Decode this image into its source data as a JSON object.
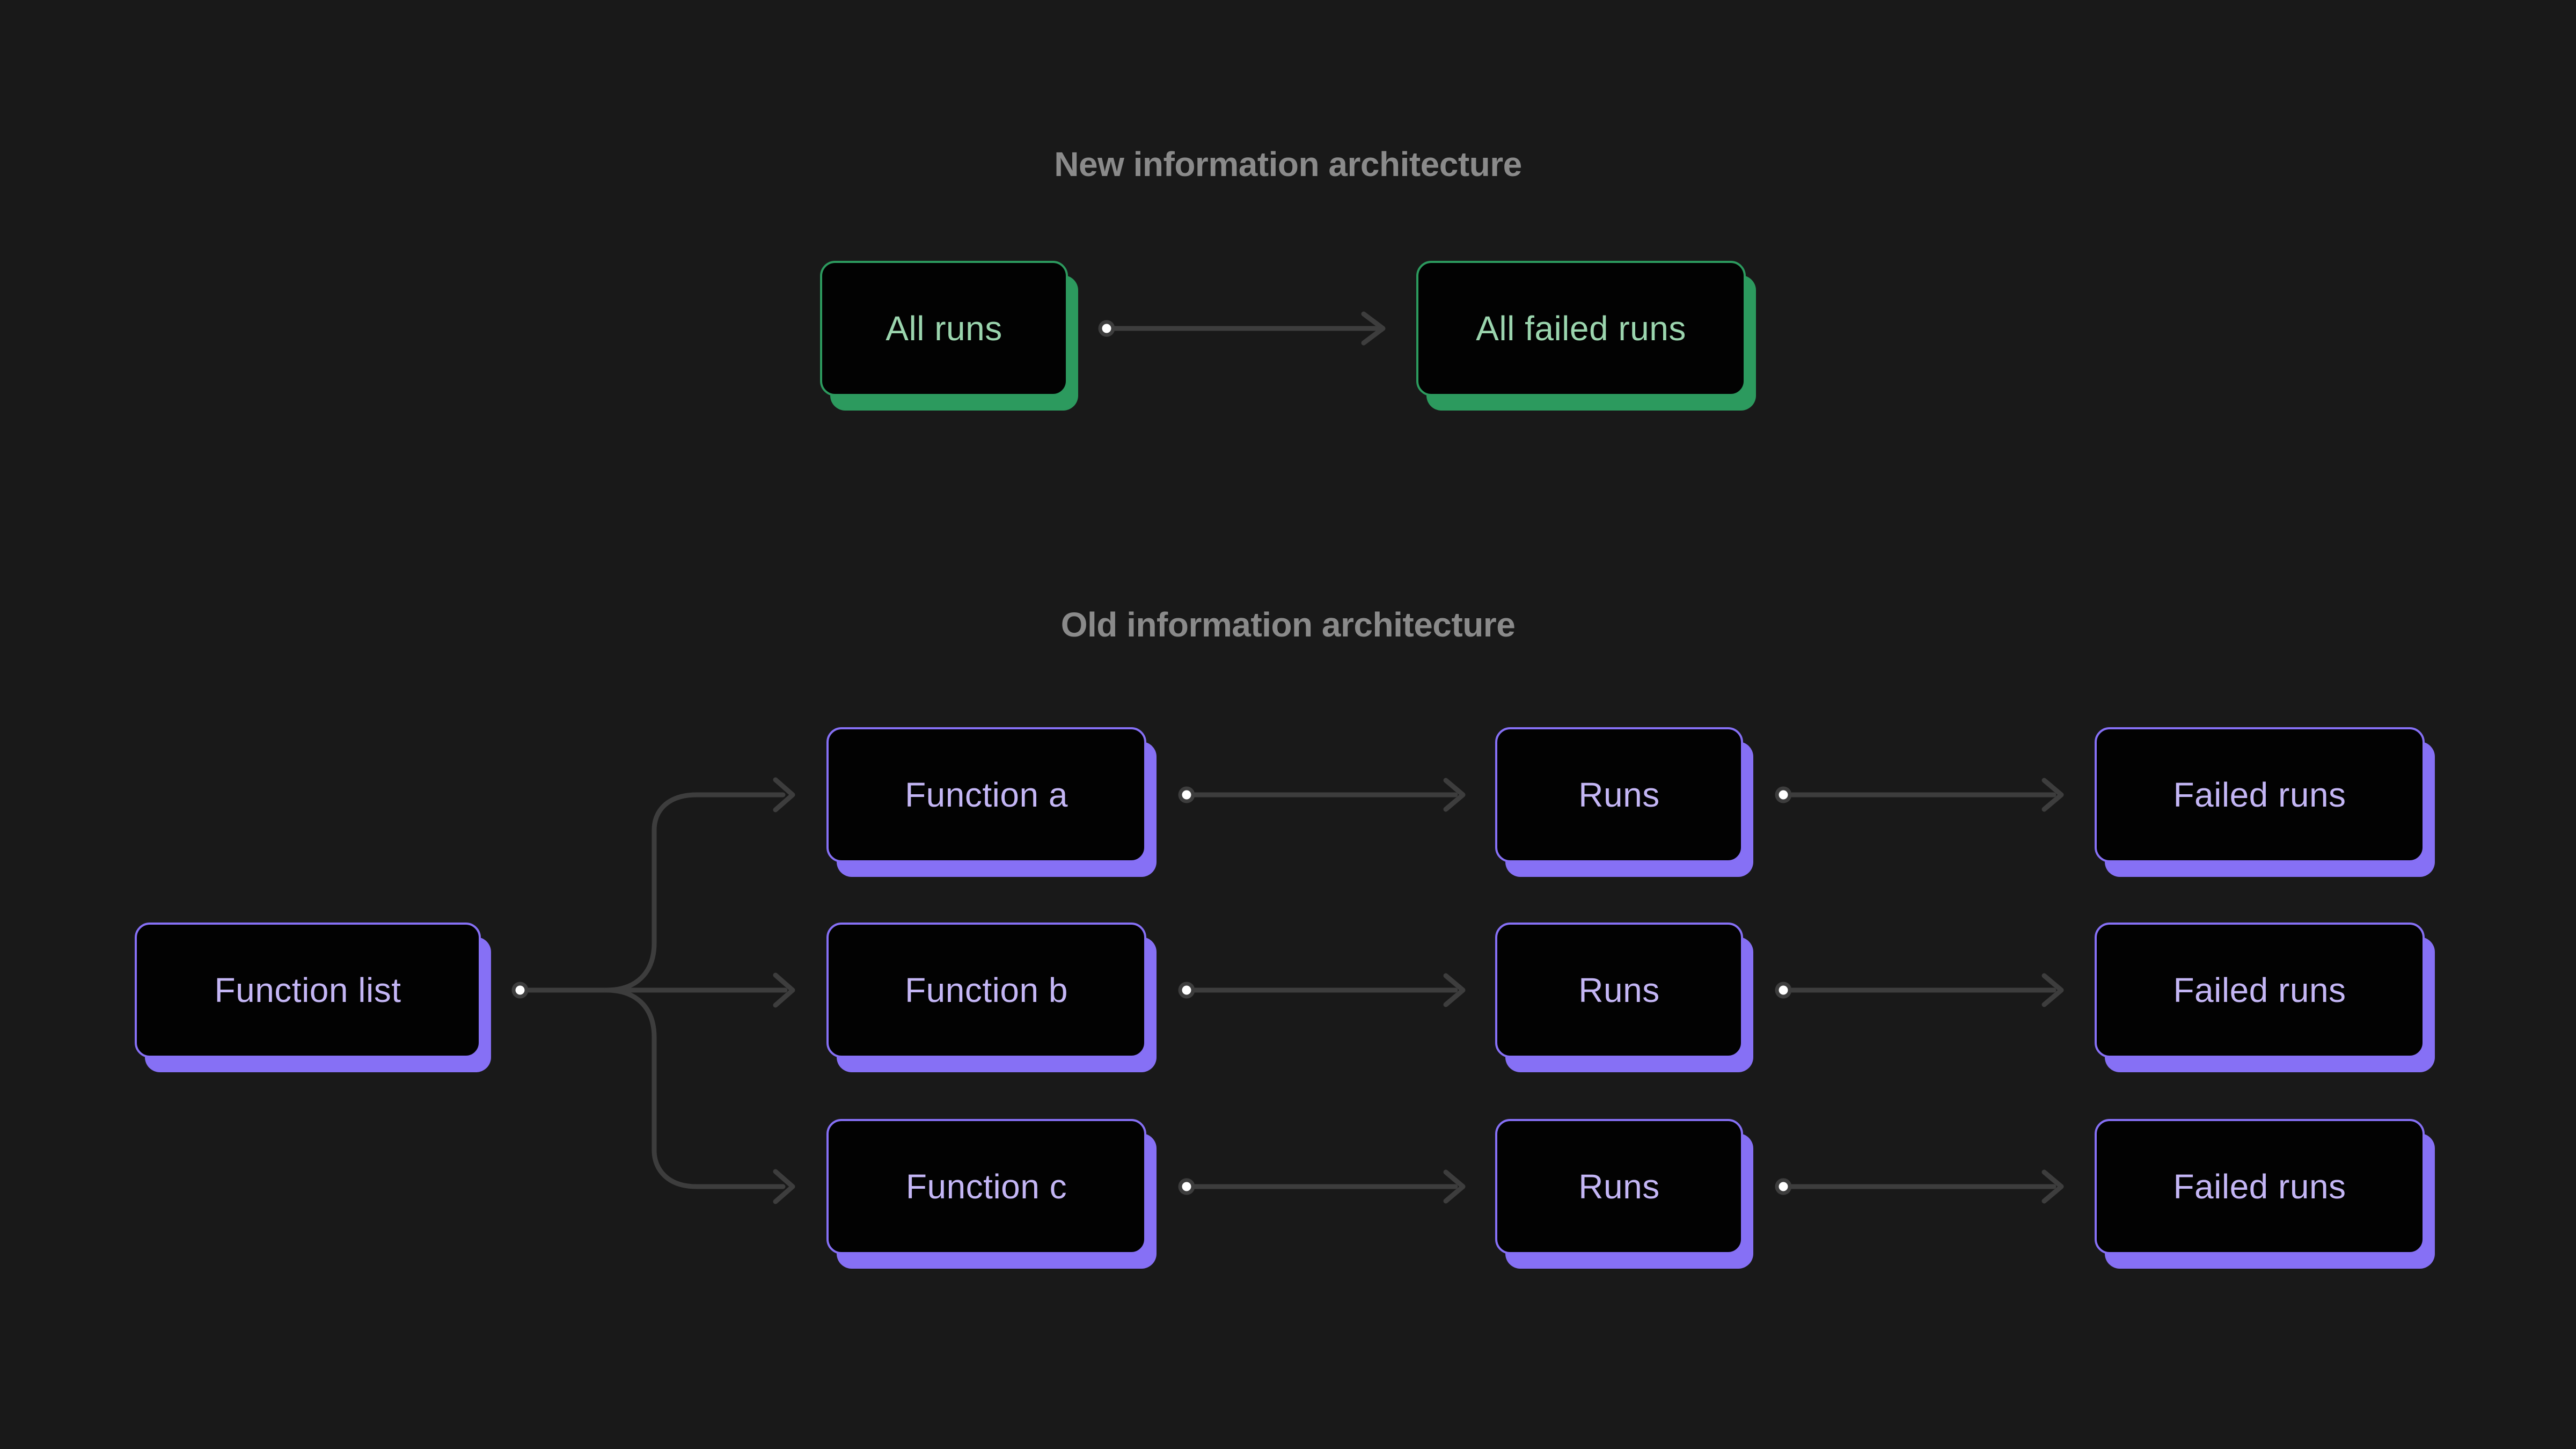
{
  "colors": {
    "background": "#191919",
    "box-fill": "#020202",
    "green": "#2c9a5e",
    "green-text": "#9bd5ae",
    "purple": "#8670f5",
    "purple-text": "#c4b6f5",
    "title-text": "#8a8a8a",
    "connector": "#3d3d3d",
    "connector-dot": "#ffffff"
  },
  "sections": {
    "new": {
      "title": "New information architecture",
      "nodes": {
        "all_runs": "All runs",
        "all_failed_runs": "All failed runs"
      }
    },
    "old": {
      "title": "Old information architecture",
      "root": "Function list",
      "rows": [
        {
          "function": "Function a",
          "runs": "Runs",
          "failed": "Failed runs"
        },
        {
          "function": "Function b",
          "runs": "Runs",
          "failed": "Failed runs"
        },
        {
          "function": "Function c",
          "runs": "Runs",
          "failed": "Failed runs"
        }
      ]
    }
  }
}
